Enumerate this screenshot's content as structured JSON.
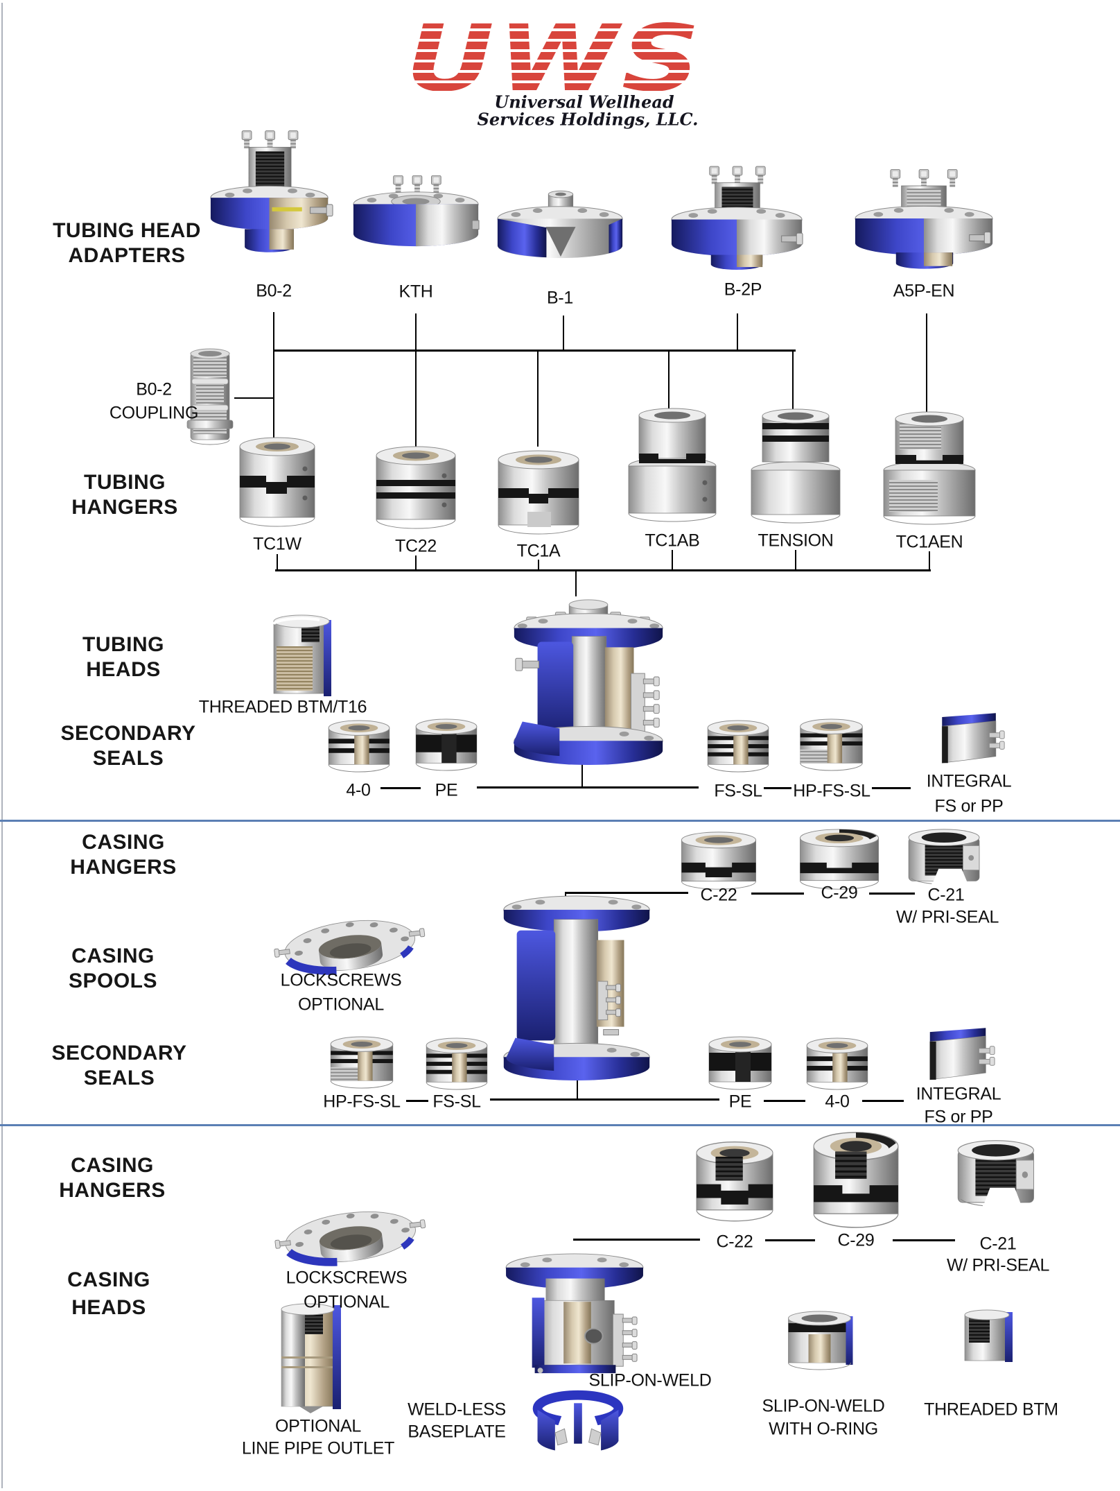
{
  "logo": {
    "acronym": "UWS",
    "tagline1": "Universal Wellhead",
    "tagline2": "Services Holdings, LLC."
  },
  "colors": {
    "logo_red": "#d8453c",
    "divider_blue": "#5b7fb4",
    "component_blue": "#2d36bc",
    "metal_silver": "#c9c9c9",
    "seal_black": "#161616"
  },
  "s1": {
    "adapters": {
      "h1": "TUBING HEAD",
      "h2": "ADAPTERS",
      "items": [
        "B0-2",
        "KTH",
        "B-1",
        "B-2P",
        "A5P-EN"
      ]
    },
    "coupling": {
      "l1": "B0-2",
      "l2": "COUPLING"
    },
    "hangers": {
      "h1": "TUBING",
      "h2": "HANGERS",
      "items": [
        "TC1W",
        "TC22",
        "TC1A",
        "TC1AB",
        "TENSION",
        "TC1AEN"
      ]
    },
    "heads": {
      "h1": "TUBING",
      "h2": "HEADS",
      "variant": "THREADED BTM/T16"
    },
    "seals": {
      "h1": "SECONDARY",
      "h2": "SEALS",
      "items": [
        "4-0",
        "PE",
        "FS-SL",
        "HP-FS-SL"
      ],
      "integral1": "INTEGRAL",
      "integral2": "FS or PP"
    }
  },
  "s2": {
    "hangers": {
      "h1": "CASING",
      "h2": "HANGERS",
      "items": [
        "C-22",
        "C-29",
        "C-21"
      ],
      "note": "W/ PRI-SEAL"
    },
    "spools": {
      "h1": "CASING",
      "h2": "SPOOLS",
      "note1": "LOCKSCREWS",
      "note2": "OPTIONAL"
    },
    "seals": {
      "h1": "SECONDARY",
      "h2": "SEALS",
      "items": [
        "HP-FS-SL",
        "FS-SL",
        "PE",
        "4-0"
      ],
      "integral1": "INTEGRAL",
      "integral2": "FS or PP"
    }
  },
  "s3": {
    "hangers": {
      "h1": "CASING",
      "h2": "HANGERS",
      "items": [
        "C-22",
        "C-29",
        "C-21"
      ],
      "note": "W/ PRI-SEAL"
    },
    "heads": {
      "h1": "CASING",
      "h2": "HEADS",
      "note1": "LOCKSCREWS",
      "note2": "OPTIONAL",
      "slip_on_weld": "SLIP-ON-WELD",
      "optional1": "OPTIONAL",
      "optional2": "LINE PIPE OUTLET",
      "weldless1": "WELD-LESS",
      "weldless2": "BASEPLATE",
      "oring1": "SLIP-ON-WELD",
      "oring2": "WITH O-RING",
      "threaded": "THREADED BTM"
    }
  }
}
